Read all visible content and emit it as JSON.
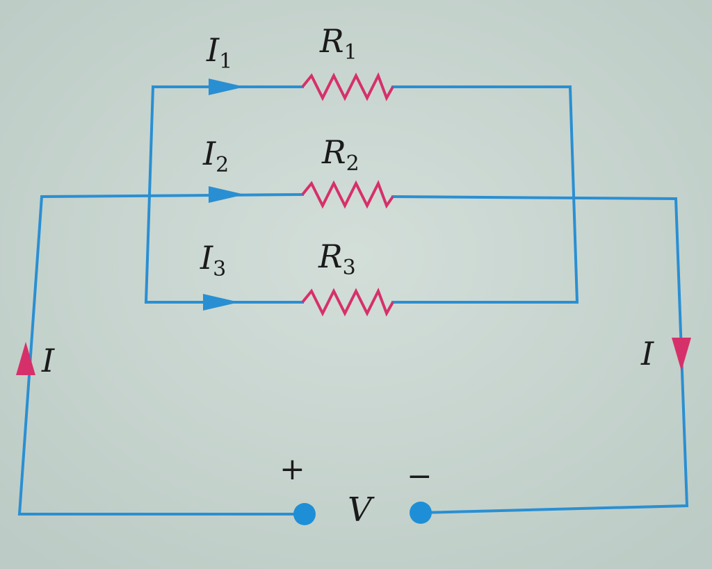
{
  "diagram": {
    "colors": {
      "background": "#c9d6d0",
      "wire": "#2a8fd2",
      "resistor": "#d6306a",
      "branch_arrow": "#2a8fd2",
      "main_arrow": "#d6306a",
      "terminal": "#1e8fd6",
      "text": "#1a1a1a"
    },
    "branches": [
      {
        "current": "I",
        "current_sub": "1",
        "resistor": "R",
        "resistor_sub": "1"
      },
      {
        "current": "I",
        "current_sub": "2",
        "resistor": "R",
        "resistor_sub": "2"
      },
      {
        "current": "I",
        "current_sub": "3",
        "resistor": "R",
        "resistor_sub": "3"
      }
    ],
    "main_current_left": "I",
    "main_current_right": "I",
    "source": {
      "label": "V",
      "positive": "+",
      "negative": "−"
    }
  }
}
